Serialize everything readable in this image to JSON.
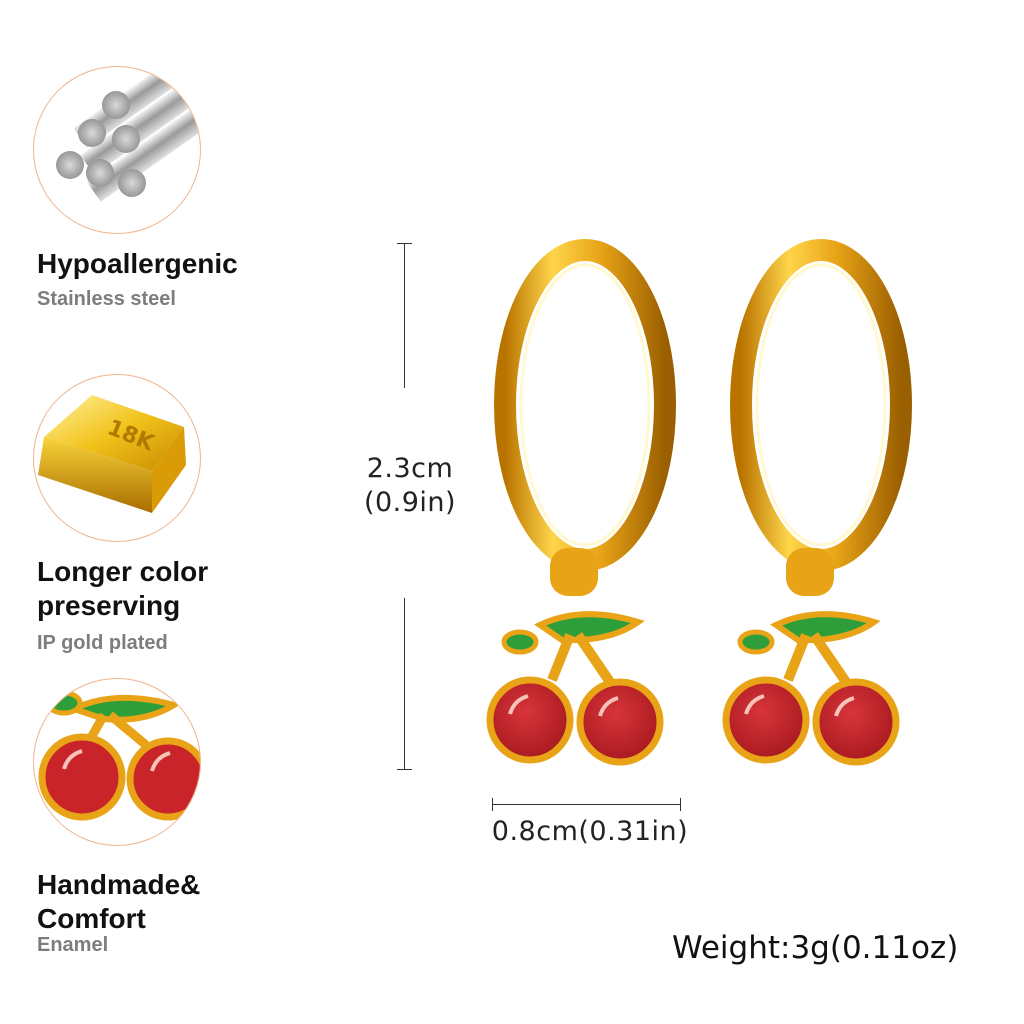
{
  "features": [
    {
      "title_lines": [
        "Hypoallergenic"
      ],
      "subtitle": "Stainless steel",
      "icon": "steel-rods-icon"
    },
    {
      "title_lines": [
        "Longer color",
        "preserving"
      ],
      "subtitle": "IP gold plated",
      "icon": "gold-bar-icon",
      "bar_stamp": "18K"
    },
    {
      "title_lines": [
        "Handmade&",
        "Comfort"
      ],
      "subtitle": "Enamel",
      "icon": "cherry-enamel-icon"
    }
  ],
  "dimensions": {
    "height_line1": "2.3cm",
    "height_line2": "(0.9in)",
    "width": "0.8cm(0.31in)"
  },
  "weight": "Weight:3g(0.11oz)",
  "colors": {
    "circle_border": "#f0b48c",
    "gold": "#e8a317",
    "cherry_red": "#c8242a",
    "leaf_green": "#2e9e3a",
    "subtitle_gray": "#7d7d7d"
  }
}
